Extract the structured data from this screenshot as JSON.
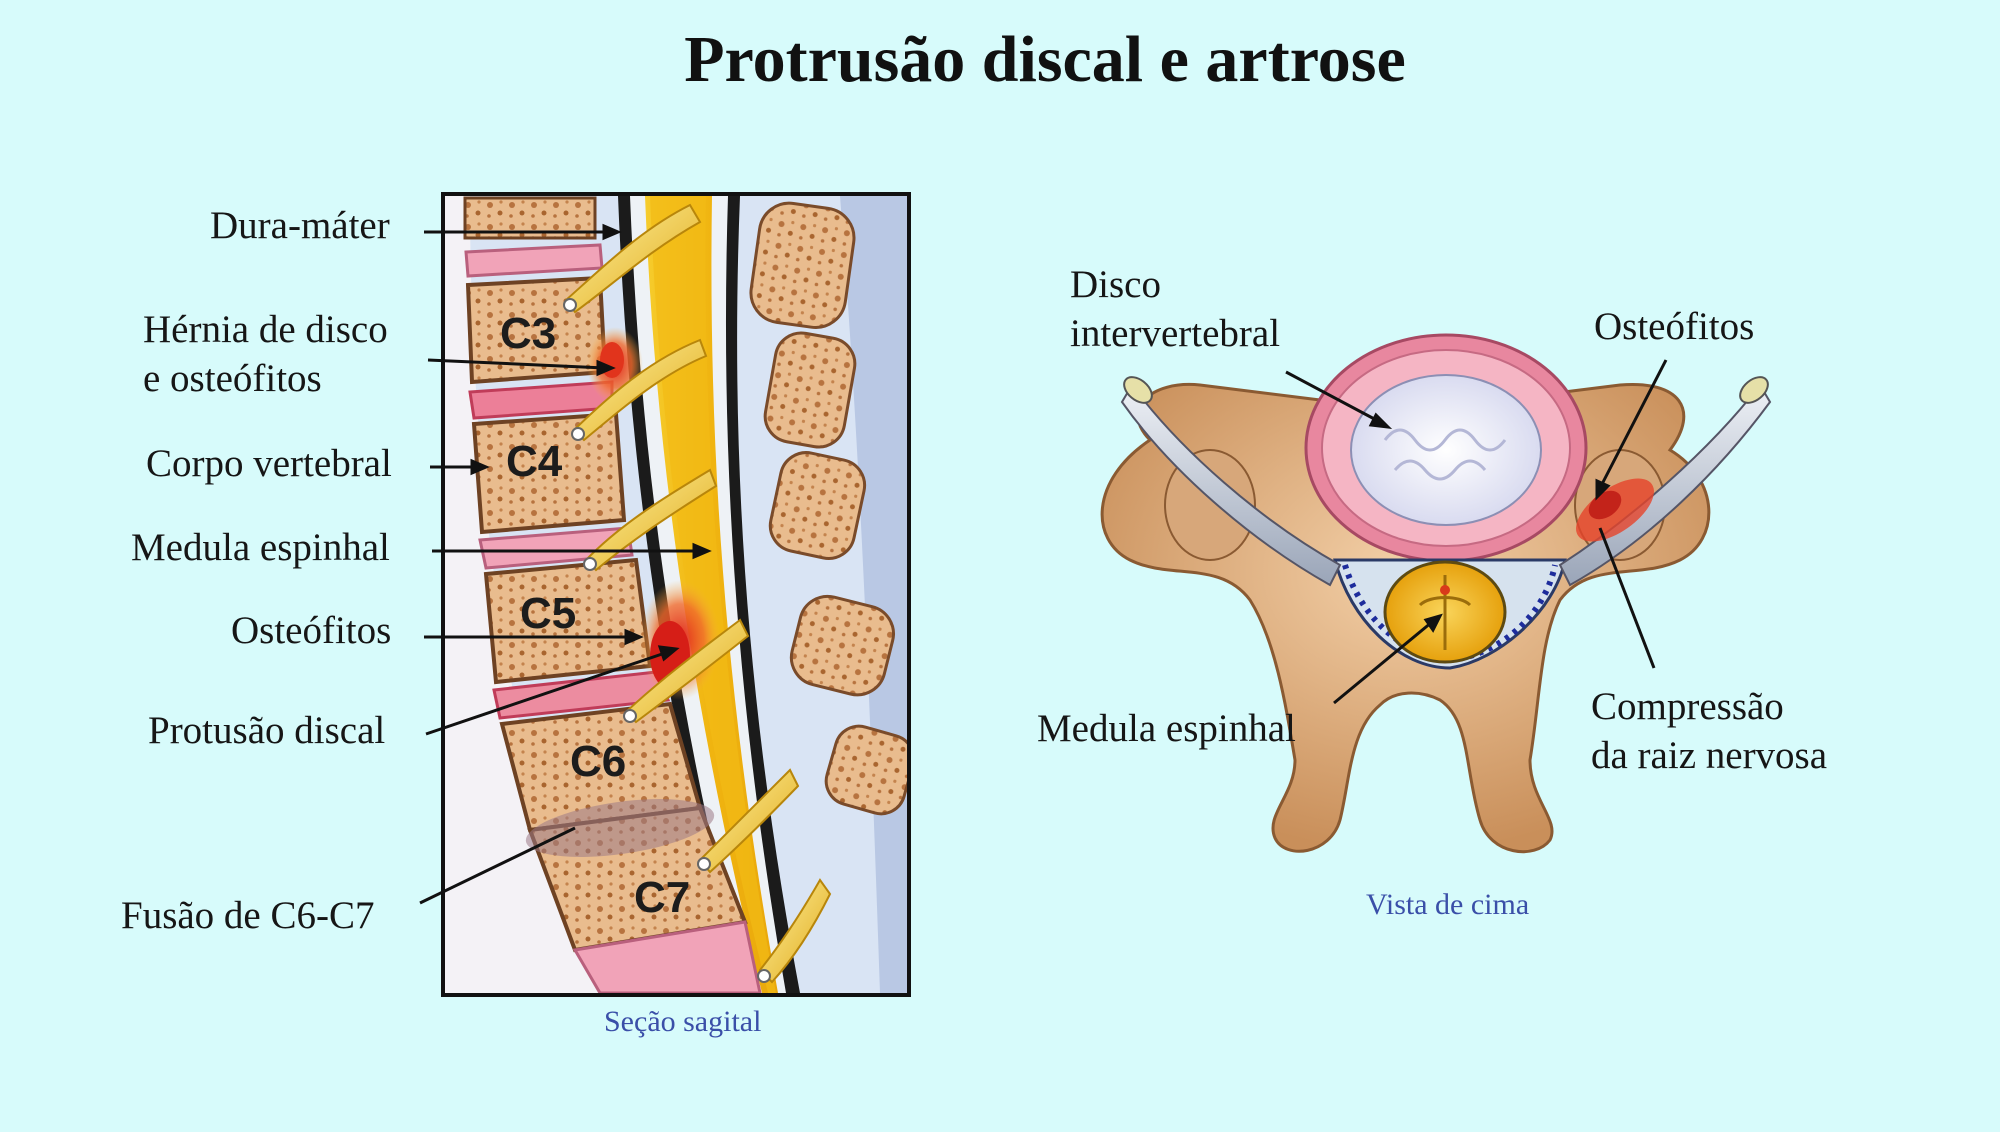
{
  "title": "Protrusão discal e artrose",
  "sagittal": {
    "caption": "Seção sagital",
    "labels": {
      "dura": "Dura-máter",
      "hernia_line1": "Hérnia de disco",
      "hernia_line2": "e osteófitos",
      "corpo": "Corpo vertebral",
      "medula": "Medula espinhal",
      "osteofitos": "Osteófitos",
      "protusao": "Protusão discal",
      "fusao": "Fusão de C6-C7"
    },
    "vertebrae": [
      "C3",
      "C4",
      "C5",
      "C6",
      "C7"
    ]
  },
  "top_view": {
    "caption": "Vista de cima",
    "labels": {
      "disco_line1": "Disco",
      "disco_line2": "intervertebral",
      "osteofitos": "Osteófitos",
      "medula": "Medula espinhal",
      "compressao_line1": "Compressão",
      "compressao_line2": "da raiz nervosa"
    }
  },
  "colors": {
    "background": "#d7fbfb",
    "bone": "#e8b98a",
    "disc": "#e98fa6",
    "spinal_cord": "#f3c21b",
    "inflammation": "#e43b1f",
    "caption_text": "#3a4fa8"
  }
}
